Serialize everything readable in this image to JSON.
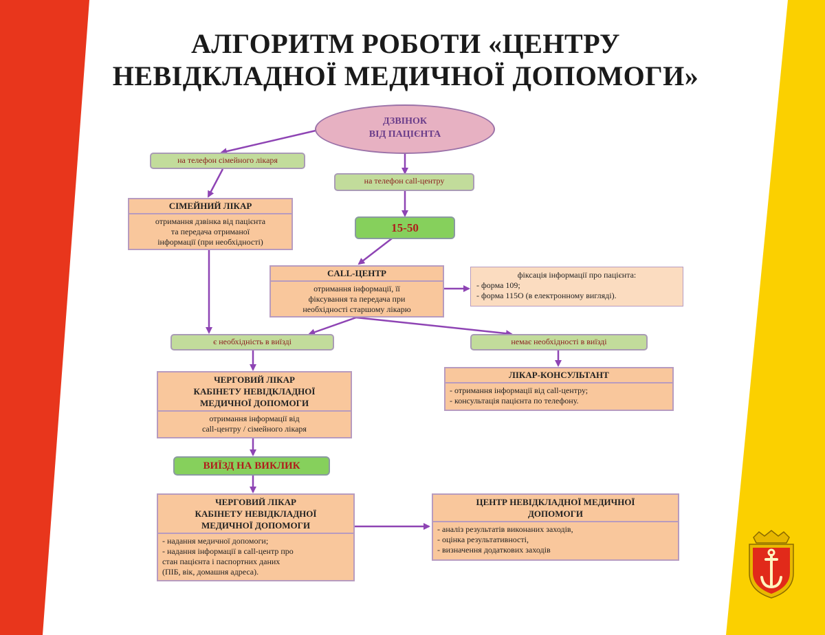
{
  "title": {
    "line1": "АЛГОРИТМ РОБОТИ «ЦЕНТРУ",
    "line2": "НЕВІДКЛАДНОЇ МЕДИЧНОЇ ДОПОМОГИ»"
  },
  "colors": {
    "left_stripe": "#e8361c",
    "right_stripe": "#fbd000",
    "box_fill": "#f9c79c",
    "pill_fill": "#c2dc9b",
    "strong_pill_fill": "#86d05c",
    "ellipse_fill": "#e7b1c2",
    "arrow": "#8e44b4"
  },
  "start": {
    "line1": "ДЗВІНОК",
    "line2": "ВІД ПАЦІЄНТА"
  },
  "labels": {
    "family_phone": "на телефон сімейного лікаря",
    "callcenter_phone": "на телефон call-центру",
    "visit_needed": "є необхідність в виїзді",
    "no_visit": "немає необхідності в виїзді"
  },
  "number_box": {
    "text": "15-50"
  },
  "family_doctor": {
    "head": "СІМЕЙНИЙ ЛІКАР",
    "body_lines": [
      "отримання дзвінка від пацієнта",
      "та передача отриманої",
      "інформації (при необхідності)"
    ]
  },
  "call_center": {
    "head": "CALL-ЦЕНТР",
    "body_lines": [
      "отримання інформації, її",
      "фіксування та передача при",
      "необхідності старшому лікарю"
    ]
  },
  "note": {
    "head": "фіксація інформації про пацієнта:",
    "items": [
      "- форма 109;",
      "- форма 115О (в електронному вигляді)."
    ]
  },
  "duty_doctor_1": {
    "head_lines": [
      "ЧЕРГОВИЙ ЛІКАР",
      "КАБІНЕТУ НЕВІДКЛАДНОЇ",
      "МЕДИЧНОЇ ДОПОМОГИ"
    ],
    "body_lines": [
      "отримання інформації від",
      "call-центру / сімейного лікаря"
    ]
  },
  "consultant": {
    "head": "ЛІКАР-КОНСУЛЬТАНТ",
    "items": [
      "- отримання інформації від call-центру;",
      "- консультація пацієнта по телефону."
    ]
  },
  "departure": {
    "text": "ВИЇЗД НА ВИКЛИК"
  },
  "duty_doctor_2": {
    "head_lines": [
      "ЧЕРГОВИЙ ЛІКАР",
      "КАБІНЕТУ НЕВІДКЛАДНОЇ",
      "МЕДИЧНОЇ ДОПОМОГИ"
    ],
    "items": [
      "- надання медичної допомоги;",
      "- надання інформації в call-центр про",
      "стан пацієнта і паспортних даних",
      "(ПІБ, вік, домашня адреса)."
    ]
  },
  "center": {
    "head_lines": [
      "ЦЕНТР НЕВІДКЛАДНОЇ МЕДИЧНОЇ",
      "ДОПОМОГИ"
    ],
    "items": [
      "- аналіз результатів виконаних заходів,",
      "- оцінка результативності,",
      "- визначення додаткових заходів"
    ]
  },
  "crest": {
    "icon": "anchor-coat-of-arms-icon"
  }
}
